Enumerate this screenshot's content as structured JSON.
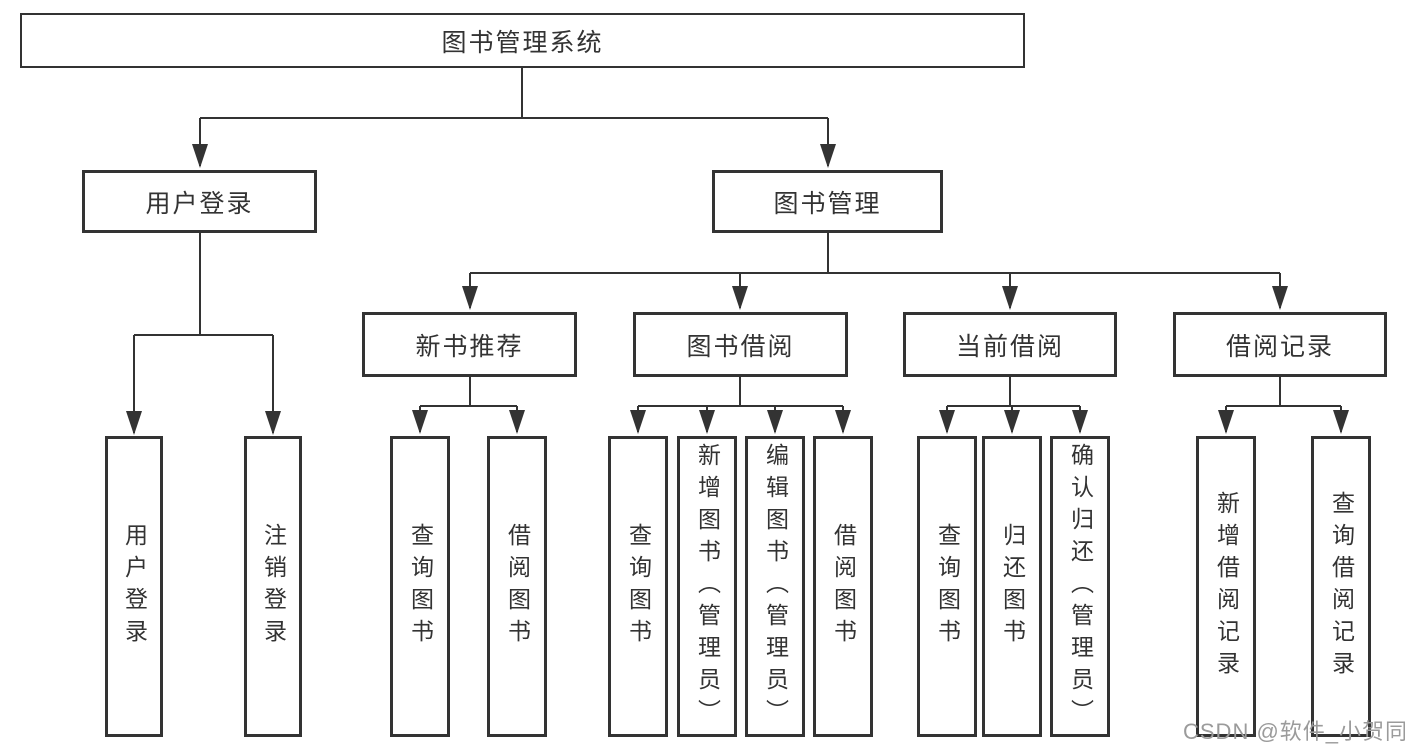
{
  "diagram": {
    "root": {
      "label": "图书管理系统"
    },
    "branches": [
      {
        "label": "用户登录",
        "children": [
          {
            "label": "用户登录"
          },
          {
            "label": "注销登录"
          }
        ]
      },
      {
        "label": "图书管理",
        "children": [
          {
            "label": "新书推荐",
            "children": [
              {
                "label": "查询图书"
              },
              {
                "label": "借阅图书"
              }
            ]
          },
          {
            "label": "图书借阅",
            "children": [
              {
                "label": "查询图书"
              },
              {
                "label": "新增图书（管理员）"
              },
              {
                "label": "编辑图书（管理员）"
              },
              {
                "label": "借阅图书"
              }
            ]
          },
          {
            "label": "当前借阅",
            "children": [
              {
                "label": "查询图书"
              },
              {
                "label": "归还图书"
              },
              {
                "label": "确认归还（管理员）"
              }
            ]
          },
          {
            "label": "借阅记录",
            "children": [
              {
                "label": "新增借阅记录"
              },
              {
                "label": "查询借阅记录"
              }
            ]
          }
        ]
      }
    ]
  },
  "watermark": {
    "text": "CSDN @软件_小贺同学"
  },
  "colors": {
    "line": "#333333",
    "box_border": "#333333",
    "text": "#333333",
    "watermark": "#9b9b9b",
    "background": "#ffffff"
  }
}
